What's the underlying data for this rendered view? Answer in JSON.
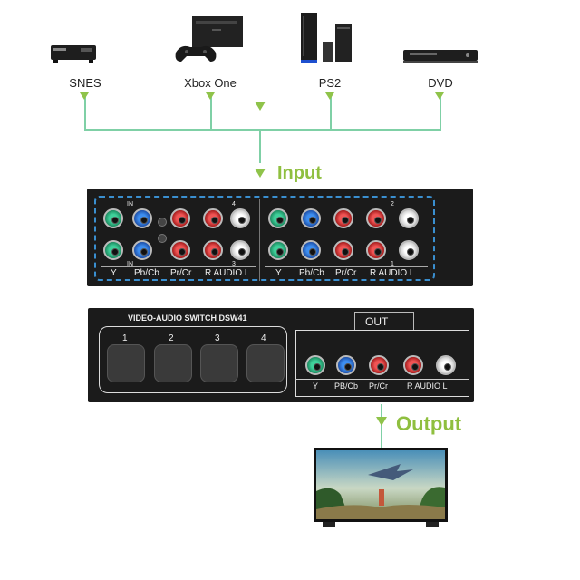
{
  "devices": [
    {
      "label": "SNES",
      "icon": "snes-console-icon"
    },
    {
      "label": "Xbox One",
      "icon": "xbox-console-icon"
    },
    {
      "label": "PS2",
      "icon": "ps2-console-icon"
    },
    {
      "label": "DVD",
      "icon": "dvd-player-icon"
    }
  ],
  "input_label": "Input",
  "output_label": "Output",
  "front_panel": {
    "bank_in_label": "IN",
    "numbers": [
      "4",
      "3",
      "2",
      "1"
    ],
    "col_labels": [
      "Y",
      "Pb/Cb",
      "Pr/Cr",
      "R  AUDIO  L"
    ]
  },
  "rear_panel": {
    "model": "VIDEO-AUDIO SWITCH DSW41",
    "out_label": "OUT",
    "buttons": [
      "1",
      "2",
      "3",
      "4"
    ],
    "out_labels": [
      "Y",
      "PB/Cb",
      "Pr/Cr",
      "R AUDIO  L"
    ]
  },
  "colors": {
    "accent_green": "#8fbf3f",
    "line_green": "#7fd0a6",
    "panel": "#1b1b1b"
  }
}
